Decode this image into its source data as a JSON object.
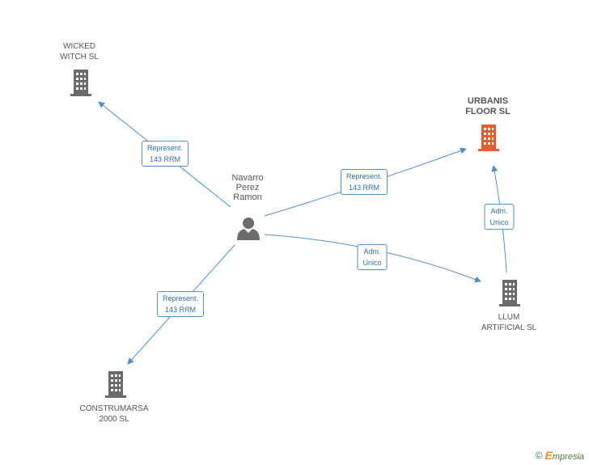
{
  "companies": [
    {
      "id": "wicked",
      "line1": "WICKED",
      "line2": "WITCH SL",
      "highlight": false
    },
    {
      "id": "urbanis",
      "line1": "URBANIS",
      "line2": "FLOOR SL",
      "highlight": true
    },
    {
      "id": "llum",
      "line1": "LLUM",
      "line2": "ARTIFICIAL SL",
      "highlight": false
    },
    {
      "id": "construmarsa",
      "line1": "CONSTRUMARSA",
      "line2": "2000 SL",
      "highlight": false
    }
  ],
  "person": {
    "line1": "Navarro",
    "line2": "Perez",
    "line3": "Ramon"
  },
  "edges": [
    {
      "from": "person",
      "to": "wicked",
      "line1": "Represent.",
      "line2": "143 RRM"
    },
    {
      "from": "person",
      "to": "urbanis",
      "line1": "Represent.",
      "line2": "143 RRM"
    },
    {
      "from": "person",
      "to": "llum",
      "line1": "Adm.",
      "line2": "Unico"
    },
    {
      "from": "person",
      "to": "construmarsa",
      "line1": "Represent.",
      "line2": "143 RRM"
    },
    {
      "from": "llum",
      "to": "urbanis",
      "line1": "Adm.",
      "line2": "Unico"
    }
  ],
  "colors": {
    "edge": "#4a90d9",
    "building": "#6b6b6b",
    "building_highlight": "#f05a28",
    "person": "#6b6b6b"
  },
  "footer": {
    "copyright": "©",
    "brand_initial": "E",
    "brand_rest": "mpresia"
  }
}
